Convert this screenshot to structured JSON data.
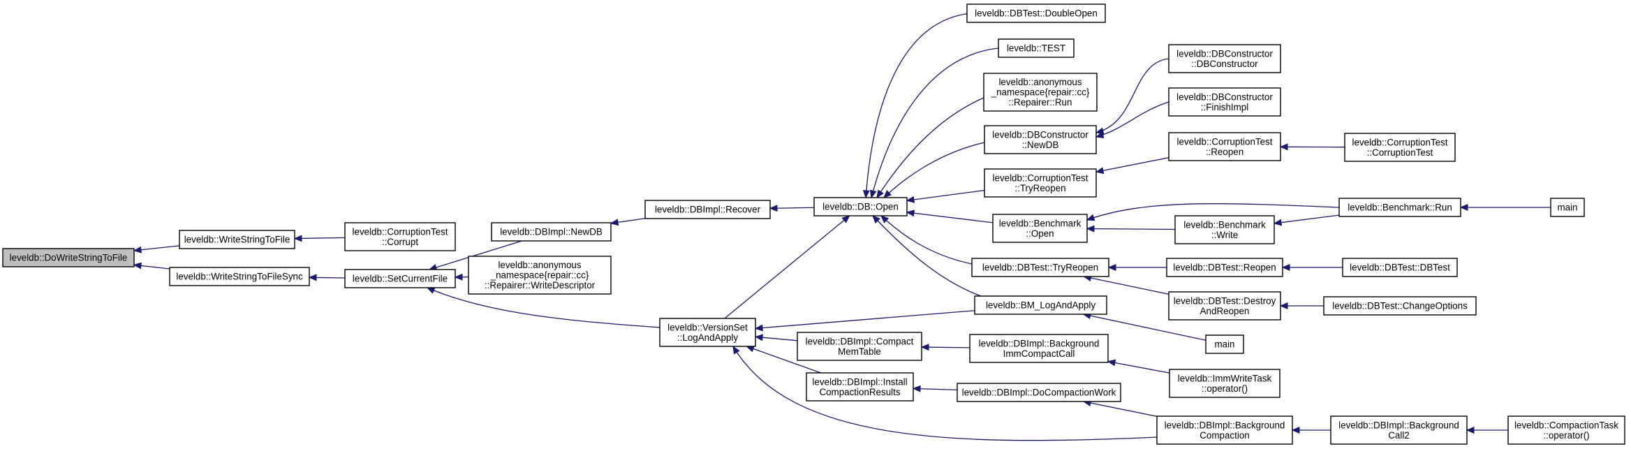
{
  "colors": {
    "edge": "#191970",
    "root_fill": "#bfbfbf",
    "node_fill": "#ffffff",
    "border": "#000000"
  },
  "nodes": [
    {
      "id": "n_dowrite",
      "lines": [
        "leveldb::DoWriteStringToFile"
      ],
      "root": true
    },
    {
      "id": "n_wsf",
      "lines": [
        "leveldb::WriteStringToFile"
      ]
    },
    {
      "id": "n_wsfs",
      "lines": [
        "leveldb::WriteStringToFileSync"
      ]
    },
    {
      "id": "n_corrupt",
      "lines": [
        "leveldb::CorruptionTest",
        "::Corrupt"
      ]
    },
    {
      "id": "n_setcur",
      "lines": [
        "leveldb::SetCurrentFile"
      ]
    },
    {
      "id": "n_newdb",
      "lines": [
        "leveldb::DBImpl::NewDB"
      ]
    },
    {
      "id": "n_repwd",
      "lines": [
        "leveldb::anonymous",
        "_namespace{repair::cc}",
        "::Repairer::WriteDescriptor"
      ]
    },
    {
      "id": "n_recover",
      "lines": [
        "leveldb::DBImpl::Recover"
      ]
    },
    {
      "id": "n_logapply",
      "lines": [
        "leveldb::VersionSet",
        "::LogAndApply"
      ]
    },
    {
      "id": "n_dbopen",
      "lines": [
        "leveldb::DB::Open"
      ]
    },
    {
      "id": "n_cmt",
      "lines": [
        "leveldb::DBImpl::Compact",
        "MemTable"
      ]
    },
    {
      "id": "n_icr",
      "lines": [
        "leveldb::DBImpl::Install",
        "CompactionResults"
      ]
    },
    {
      "id": "n_dbl",
      "lines": [
        "leveldb::DBTest::DoubleOpen"
      ]
    },
    {
      "id": "n_test",
      "lines": [
        "leveldb::TEST"
      ]
    },
    {
      "id": "n_reprun",
      "lines": [
        "leveldb::anonymous",
        "_namespace{repair::cc}",
        "::Repairer::Run"
      ]
    },
    {
      "id": "n_dbcnew",
      "lines": [
        "leveldb::DBConstructor",
        "::NewDB"
      ]
    },
    {
      "id": "n_ctry",
      "lines": [
        "leveldb::CorruptionTest",
        "::TryReopen"
      ]
    },
    {
      "id": "n_bopen",
      "lines": [
        "leveldb::Benchmark",
        "::Open"
      ]
    },
    {
      "id": "n_dtry",
      "lines": [
        "leveldb::DBTest::TryReopen"
      ]
    },
    {
      "id": "n_bmlog",
      "lines": [
        "leveldb::BM_LogAndApply"
      ]
    },
    {
      "id": "n_bimm",
      "lines": [
        "leveldb::DBImpl::Background",
        "ImmCompactCall"
      ]
    },
    {
      "id": "n_docw",
      "lines": [
        "leveldb::DBImpl::DoCompactionWork"
      ]
    },
    {
      "id": "n_dbcctor",
      "lines": [
        "leveldb::DBConstructor",
        "::DBConstructor"
      ]
    },
    {
      "id": "n_dbcfin",
      "lines": [
        "leveldb::DBConstructor",
        "::FinishImpl"
      ]
    },
    {
      "id": "n_creopen",
      "lines": [
        "leveldb::CorruptionTest",
        "::Reopen"
      ]
    },
    {
      "id": "n_bwrite",
      "lines": [
        "leveldb::Benchmark",
        "::Write"
      ]
    },
    {
      "id": "n_dreopen",
      "lines": [
        "leveldb::DBTest::Reopen"
      ]
    },
    {
      "id": "n_ddestroy",
      "lines": [
        "leveldb::DBTest::Destroy",
        "AndReopen"
      ]
    },
    {
      "id": "n_main2",
      "lines": [
        "main"
      ]
    },
    {
      "id": "n_imm",
      "lines": [
        "leveldb::ImmWriteTask",
        "::operator()"
      ]
    },
    {
      "id": "n_bgc",
      "lines": [
        "leveldb::DBImpl::Background",
        "Compaction"
      ]
    },
    {
      "id": "n_cctor",
      "lines": [
        "leveldb::CorruptionTest",
        "::CorruptionTest"
      ]
    },
    {
      "id": "n_brun",
      "lines": [
        "leveldb::Benchmark::Run"
      ]
    },
    {
      "id": "n_dbtest",
      "lines": [
        "leveldb::DBTest::DBTest"
      ]
    },
    {
      "id": "n_dchg",
      "lines": [
        "leveldb::DBTest::ChangeOptions"
      ]
    },
    {
      "id": "n_bgc2",
      "lines": [
        "leveldb::DBImpl::Background",
        "Call2"
      ]
    },
    {
      "id": "n_main1",
      "lines": [
        "main"
      ]
    },
    {
      "id": "n_ctask",
      "lines": [
        "leveldb::CompactionTask",
        "::operator()"
      ]
    }
  ],
  "edges": [
    [
      "n_wsf",
      "n_dowrite"
    ],
    [
      "n_wsfs",
      "n_dowrite"
    ],
    [
      "n_corrupt",
      "n_wsf"
    ],
    [
      "n_setcur",
      "n_wsfs"
    ],
    [
      "n_newdb",
      "n_setcur"
    ],
    [
      "n_repwd",
      "n_setcur"
    ],
    [
      "n_logapply",
      "n_setcur"
    ],
    [
      "n_recover",
      "n_newdb"
    ],
    [
      "n_dbopen",
      "n_recover"
    ],
    [
      "n_dbl",
      "n_dbopen"
    ],
    [
      "n_test",
      "n_dbopen"
    ],
    [
      "n_reprun",
      "n_dbopen"
    ],
    [
      "n_dbcnew",
      "n_dbopen"
    ],
    [
      "n_ctry",
      "n_dbopen"
    ],
    [
      "n_bopen",
      "n_dbopen"
    ],
    [
      "n_dtry",
      "n_dbopen"
    ],
    [
      "n_bmlog",
      "n_dbopen"
    ],
    [
      "n_dbcctor",
      "n_dbcnew"
    ],
    [
      "n_dbcfin",
      "n_dbcnew"
    ],
    [
      "n_creopen",
      "n_ctry"
    ],
    [
      "n_cctor",
      "n_creopen"
    ],
    [
      "n_brun",
      "n_bopen"
    ],
    [
      "n_bwrite",
      "n_bopen"
    ],
    [
      "n_brun",
      "n_bwrite"
    ],
    [
      "n_main1",
      "n_brun"
    ],
    [
      "n_dreopen",
      "n_dtry"
    ],
    [
      "n_ddestroy",
      "n_dtry"
    ],
    [
      "n_dbtest",
      "n_dreopen"
    ],
    [
      "n_dchg",
      "n_ddestroy"
    ],
    [
      "n_logapply",
      "n_dbopen"
    ],
    [
      "n_bmlog",
      "n_logapply"
    ],
    [
      "n_cmt",
      "n_logapply"
    ],
    [
      "n_icr",
      "n_logapply"
    ],
    [
      "n_bgc",
      "n_logapply"
    ],
    [
      "n_main2",
      "n_bmlog"
    ],
    [
      "n_bimm",
      "n_cmt"
    ],
    [
      "n_imm",
      "n_bimm"
    ],
    [
      "n_docw",
      "n_icr"
    ],
    [
      "n_bgc",
      "n_docw"
    ],
    [
      "n_bgc2",
      "n_bgc"
    ],
    [
      "n_ctask",
      "n_bgc2"
    ]
  ]
}
